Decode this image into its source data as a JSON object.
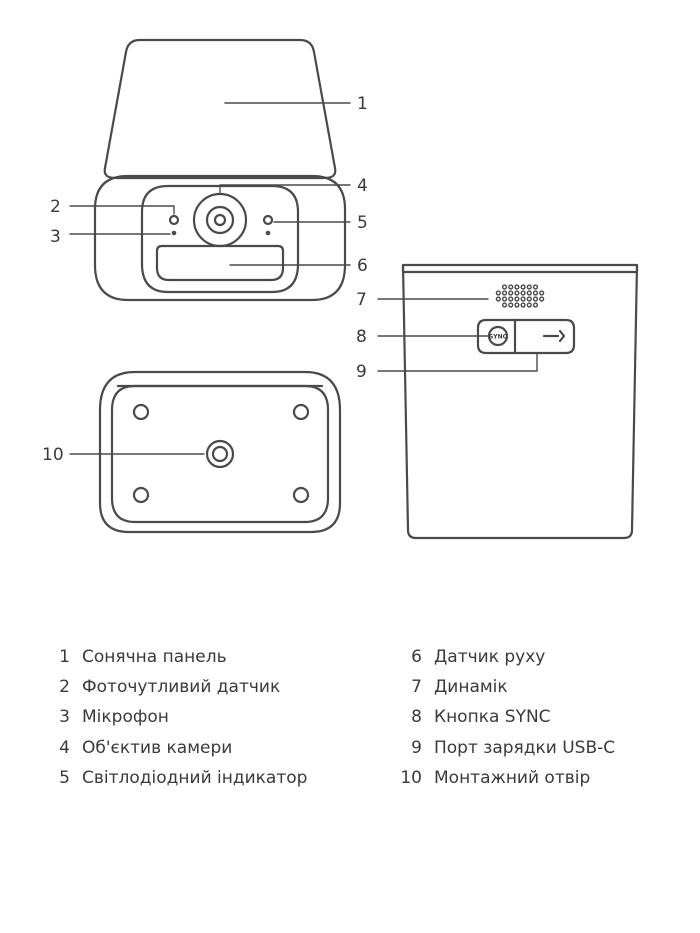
{
  "diagram": {
    "callouts": {
      "c1": "1",
      "c2": "2",
      "c3": "3",
      "c4": "4",
      "c5": "5",
      "c6": "6",
      "c7": "7",
      "c8": "8",
      "c9": "9",
      "c10": "10"
    },
    "sync_button_label": "SYNC"
  },
  "legend": {
    "left": [
      {
        "number": "1",
        "label": "Сонячна панель"
      },
      {
        "number": "2",
        "label": "Фоточутливий датчик"
      },
      {
        "number": "3",
        "label": "Мікрофон"
      },
      {
        "number": "4",
        "label": "Об'єктив камери"
      },
      {
        "number": "5",
        "label": "Світлодіодний індикатор"
      }
    ],
    "right": [
      {
        "number": "6",
        "label": "Датчик руху"
      },
      {
        "number": "7",
        "label": "Динамік"
      },
      {
        "number": "8",
        "label": "Кнопка SYNC"
      },
      {
        "number": "9",
        "label": "Порт зарядки USB-C"
      },
      {
        "number": "10",
        "label": "Монтажний отвір"
      }
    ]
  }
}
